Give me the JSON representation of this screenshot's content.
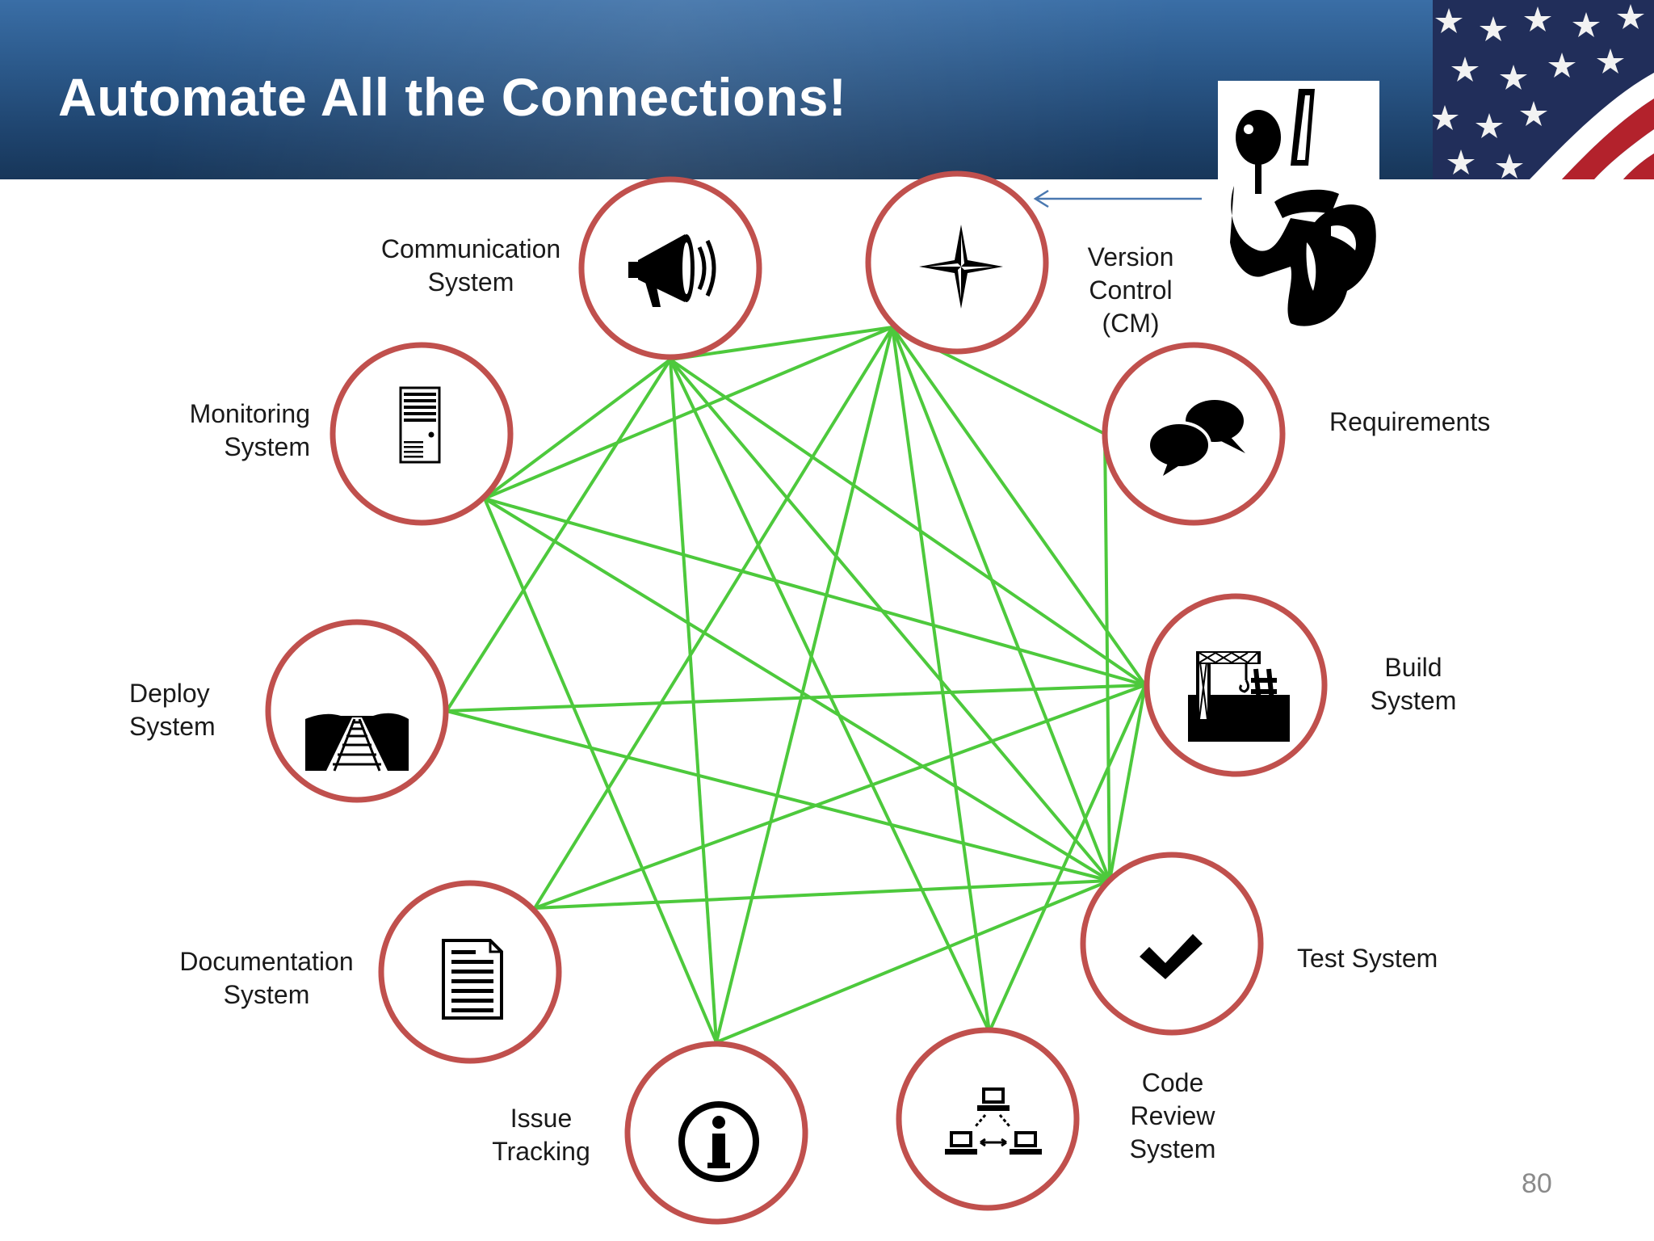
{
  "slide": {
    "title": "Automate All the Connections!",
    "page_number": "80"
  },
  "colors": {
    "header": "#2c5a8c",
    "ring": "#c0504d",
    "connector": "#4dc93c",
    "arrow": "#4a78b0"
  },
  "nodes": [
    {
      "id": "communication",
      "label": "Communication\nSystem",
      "icon": "megaphone-icon"
    },
    {
      "id": "version-control",
      "label": "Version\nControl\n(CM)",
      "icon": "compass-star-icon"
    },
    {
      "id": "requirements",
      "label": "Requirements",
      "icon": "speech-bubbles-icon"
    },
    {
      "id": "build",
      "label": "Build\nSystem",
      "icon": "construction-crane-icon"
    },
    {
      "id": "test",
      "label": "Test System",
      "icon": "checkmark-icon"
    },
    {
      "id": "code-review",
      "label": "Code\nReview\nSystem",
      "icon": "network-computers-icon"
    },
    {
      "id": "issue-tracking",
      "label": "Issue\nTracking",
      "icon": "info-icon"
    },
    {
      "id": "documentation",
      "label": "Documentation\nSystem",
      "icon": "document-icon"
    },
    {
      "id": "deploy",
      "label": "Deploy\nSystem",
      "icon": "railroad-track-icon"
    },
    {
      "id": "monitoring",
      "label": "Monitoring\nSystem",
      "icon": "server-tower-icon"
    }
  ],
  "edges": [
    [
      "communication",
      "version-control"
    ],
    [
      "communication",
      "monitoring"
    ],
    [
      "communication",
      "deploy"
    ],
    [
      "communication",
      "issue-tracking"
    ],
    [
      "communication",
      "build"
    ],
    [
      "communication",
      "test"
    ],
    [
      "communication",
      "code-review"
    ],
    [
      "version-control",
      "monitoring"
    ],
    [
      "version-control",
      "requirements"
    ],
    [
      "version-control",
      "build"
    ],
    [
      "version-control",
      "test"
    ],
    [
      "version-control",
      "code-review"
    ],
    [
      "version-control",
      "issue-tracking"
    ],
    [
      "version-control",
      "documentation"
    ],
    [
      "requirements",
      "test"
    ],
    [
      "monitoring",
      "build"
    ],
    [
      "monitoring",
      "test"
    ],
    [
      "monitoring",
      "issue-tracking"
    ],
    [
      "deploy",
      "build"
    ],
    [
      "deploy",
      "test"
    ],
    [
      "documentation",
      "build"
    ],
    [
      "documentation",
      "test"
    ],
    [
      "issue-tracking",
      "test"
    ],
    [
      "code-review",
      "build"
    ],
    [
      "build",
      "test"
    ]
  ],
  "decorations": {
    "flag_icon": "american-flag-icon",
    "mascot_icon": "cartoon-character-icon",
    "arrow_target": "version-control"
  }
}
